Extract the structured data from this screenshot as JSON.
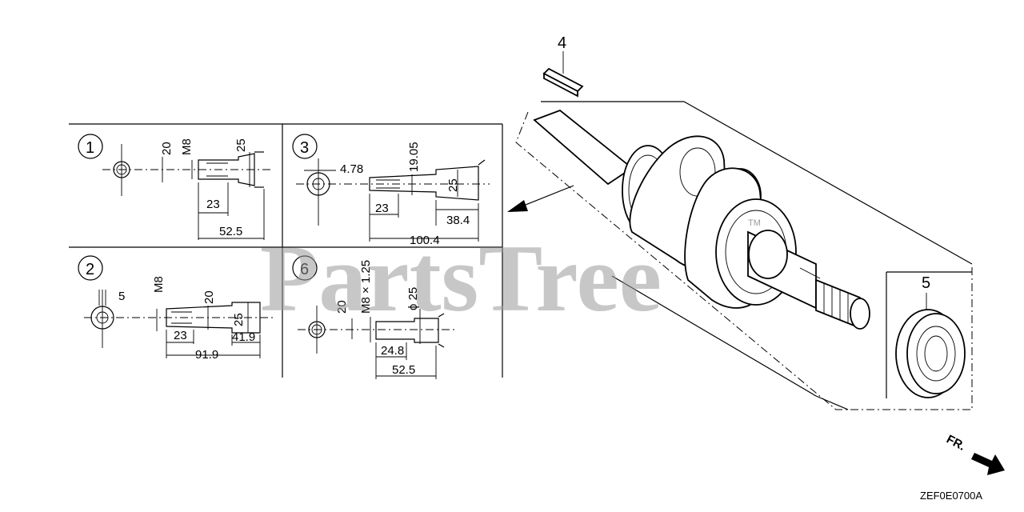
{
  "watermark": {
    "text": "PartsTree",
    "trademark": "TM"
  },
  "diagram_code": "ZEF0E0700A",
  "front_indicator": "FR.",
  "callouts": {
    "key": "4",
    "bearing": "5"
  },
  "variants": [
    {
      "id": "1",
      "labels": [
        "20",
        "M8",
        "25",
        "23",
        "52.5"
      ]
    },
    {
      "id": "3",
      "labels": [
        "4.78",
        "19.05",
        "25",
        "23",
        "38.4",
        "100.4"
      ]
    },
    {
      "id": "2",
      "labels": [
        "5",
        "M8",
        "20",
        "25",
        "23",
        "41.9",
        "91.9"
      ]
    },
    {
      "id": "6",
      "labels": [
        "20",
        "M8 × 1.25",
        "ϕ 25",
        "24.8",
        "52.5"
      ]
    }
  ],
  "icons": [
    "arrow-icon",
    "front-arrow-icon",
    "key-icon",
    "bearing-icon",
    "crankshaft-icon",
    "gear-icon"
  ]
}
